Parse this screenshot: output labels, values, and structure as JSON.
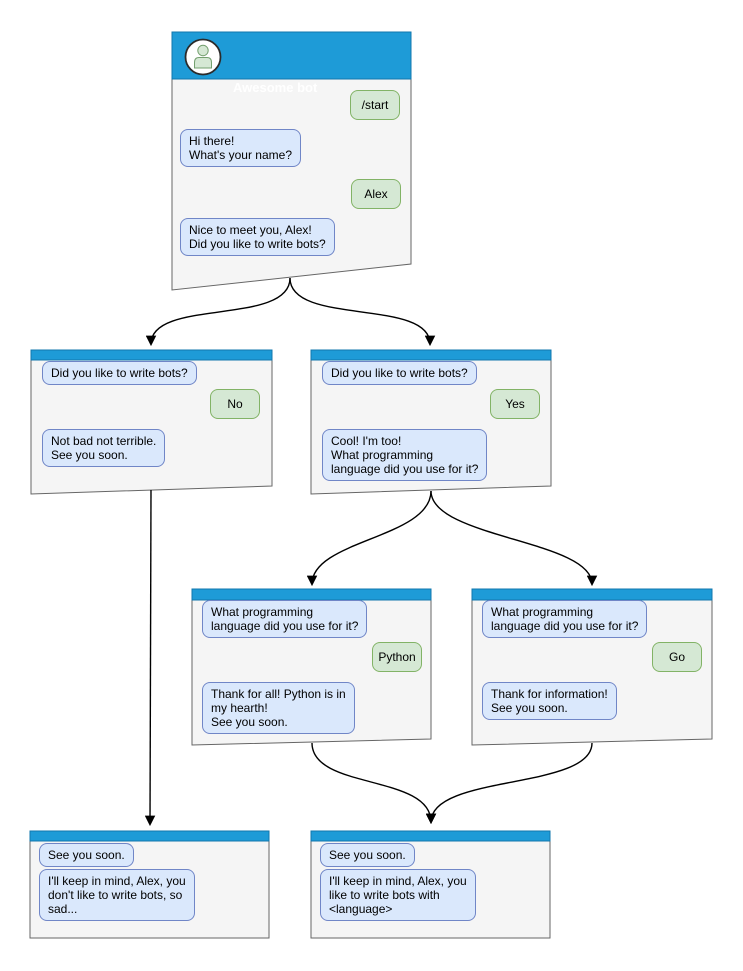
{
  "diagram": {
    "colors": {
      "header_blue": "#1e9bd7",
      "window_bg": "#f5f5f5",
      "window_border": "#666666",
      "bot_bubble_fill": "#dae8fc",
      "bot_bubble_border": "#7086c7",
      "user_bubble_fill": "#d5e8d4",
      "user_bubble_border": "#82b366",
      "arrow": "#000000"
    },
    "windows": [
      {
        "name": "main-chat",
        "title": "Awesome bot",
        "messages": [
          {
            "from": "user",
            "text": "/start"
          },
          {
            "from": "bot",
            "text": "Hi there!\nWhat's your name?"
          },
          {
            "from": "user",
            "text": "Alex"
          },
          {
            "from": "bot",
            "text": "Nice to meet you, Alex!\nDid you like to write bots?"
          }
        ]
      },
      {
        "name": "branch-no",
        "messages": [
          {
            "from": "bot",
            "text": "Did you like to write bots?"
          },
          {
            "from": "user",
            "text": "No"
          },
          {
            "from": "bot",
            "text": "Not bad not terrible.\nSee you soon."
          }
        ]
      },
      {
        "name": "branch-yes",
        "messages": [
          {
            "from": "bot",
            "text": "Did you like to write bots?"
          },
          {
            "from": "user",
            "text": "Yes"
          },
          {
            "from": "bot",
            "text": "Cool! I'm too!\nWhat programming\nlanguage did you use for it?"
          }
        ]
      },
      {
        "name": "branch-python",
        "messages": [
          {
            "from": "bot",
            "text": "What programming\nlanguage did you use for it?"
          },
          {
            "from": "user",
            "text": "Python"
          },
          {
            "from": "bot",
            "text": "Thank for all! Python is in\nmy hearth!\nSee you soon."
          }
        ]
      },
      {
        "name": "branch-go",
        "messages": [
          {
            "from": "bot",
            "text": "What programming\nlanguage did you use for it?"
          },
          {
            "from": "user",
            "text": "Go"
          },
          {
            "from": "bot",
            "text": "Thank for information!\nSee you soon."
          }
        ]
      },
      {
        "name": "end-no",
        "messages": [
          {
            "from": "bot",
            "text": "See you soon."
          },
          {
            "from": "bot",
            "text": "I'll keep in mind, Alex, you\ndon't like to write bots, so\nsad..."
          }
        ]
      },
      {
        "name": "end-yes",
        "messages": [
          {
            "from": "bot",
            "text": "See you soon."
          },
          {
            "from": "bot",
            "text": "I'll keep in mind, Alex, you\nlike to write bots with\n<language>"
          }
        ]
      }
    ]
  }
}
